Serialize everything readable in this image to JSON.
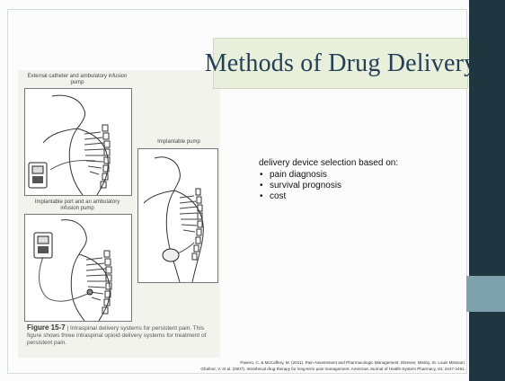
{
  "slide": {
    "title": "Methods of Drug Delivery",
    "figure": {
      "label_top_left": "External catheter and ambulatory infusion pump",
      "label_right": "Implantable pump",
      "label_bottom_left": "Implantable port and an ambulatory infusion pump",
      "caption_number": "Figure 15-7",
      "caption_text": "Intraspinal delivery systems for persistent pain. This figure shows three intraspinal opioid delivery systems for treatment of persistent pain."
    },
    "content": {
      "intro": "delivery device selection based on:",
      "bullets": [
        "pain diagnosis",
        "survival prognosis",
        "cost"
      ]
    },
    "references": [
      "Pasero, C. & McCaffery, M. (2011).  Pain Assessment and Pharmacologic Management.  Elsevier, Mosby, St. Louis Missouri.",
      "Ghafoor, V. et al.  (2007). Intrathecal drug therapy for long-term pain management. American Journal of Health-System Pharmacy, 64, 2447-2461."
    ]
  },
  "colors": {
    "title_text": "#234058",
    "title_bg": "#e8efda",
    "right_band": "#1f3641",
    "right_accent": "#7fa3ae"
  }
}
